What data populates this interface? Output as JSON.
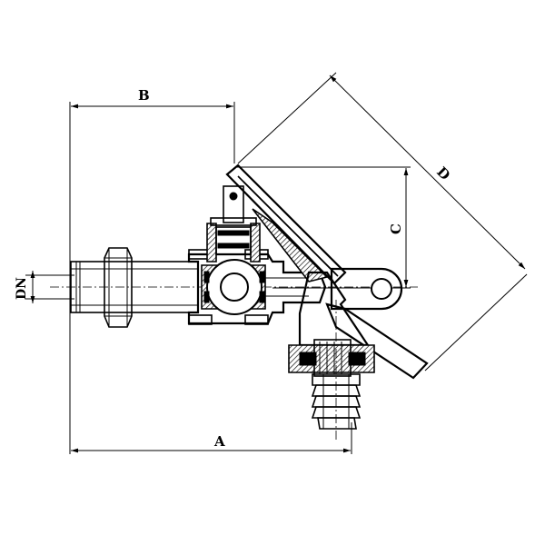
{
  "dimensions": {
    "a_label": "A",
    "b_label": "B",
    "c_label": "C",
    "d_label": "D",
    "dn_label": "DN"
  }
}
